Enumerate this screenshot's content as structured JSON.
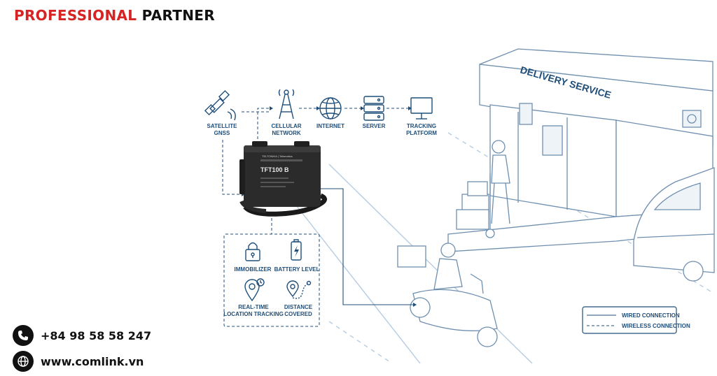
{
  "brand": {
    "word1": "PROFESSIONAL",
    "word2": "PARTNER"
  },
  "chain": [
    {
      "line1": "SATELLITE",
      "line2": "GNSS",
      "icon": "satellite-icon"
    },
    {
      "line1": "CELLULAR",
      "line2": "NETWORK",
      "icon": "cell-tower-icon"
    },
    {
      "line1": "INTERNET",
      "line2": "",
      "icon": "globe-icon"
    },
    {
      "line1": "SERVER",
      "line2": "",
      "icon": "server-icon"
    },
    {
      "line1": "TRACKING",
      "line2": "PLATFORM",
      "icon": "monitor-icon"
    }
  ],
  "device": {
    "model": "TFT100 B",
    "brand_small": "TELTONIKA | Telematics"
  },
  "features": [
    {
      "line1": "IMMOBILIZER",
      "line2": "",
      "icon": "lock-icon"
    },
    {
      "line1": "BATTERY LEVEL",
      "line2": "",
      "icon": "battery-icon"
    },
    {
      "line1": "REAL-TIME",
      "line2": "LOCATION TRACKING",
      "icon": "location-pin-icon"
    },
    {
      "line1": "DISTANCE",
      "line2": "COVERED",
      "icon": "route-icon"
    }
  ],
  "building_sign": "DELIVERY SERVICE",
  "legend": {
    "wired": "WIRED CONNECTION",
    "wireless": "WIRELESS CONNECTION"
  },
  "contacts": {
    "phone": "+84 98 58 58 247",
    "website": "www.comlink.vn"
  },
  "colors": {
    "brand_red": "#d62424",
    "diagram_blue": "#1f4e79",
    "sketch_blue": "#b7cce0"
  }
}
